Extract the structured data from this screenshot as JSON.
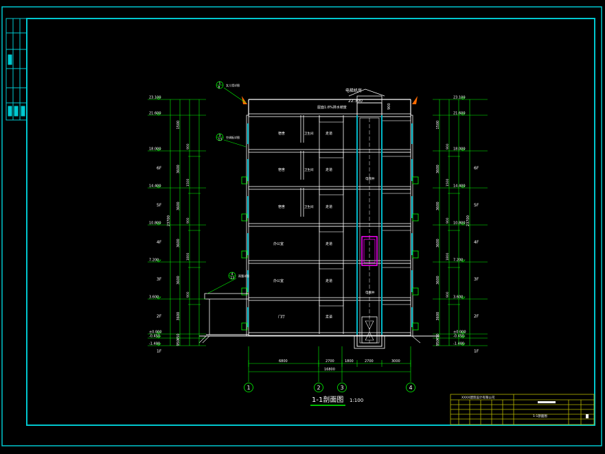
{
  "drawing": {
    "title": "1-1剖面图",
    "scale": "1:100",
    "colors": {
      "background": "#000000",
      "frame": "#00c8d0",
      "wall": "#ffffff",
      "dim": "#00ff00",
      "text": "#ffffff",
      "annotation": "#ffff00",
      "window": "#00b8c8",
      "highlight": "#ff00ff",
      "accent": "#ff6a00",
      "titleblock": "#b8b800"
    },
    "levels": [
      {
        "elev": "23.100",
        "label": ""
      },
      {
        "elev": "21.600",
        "label": ""
      },
      {
        "elev": "18.000",
        "label": "6F"
      },
      {
        "elev": "14.400",
        "label": "5F"
      },
      {
        "elev": "10.800",
        "label": "4F"
      },
      {
        "elev": "7.200",
        "label": "3F"
      },
      {
        "elev": "3.600",
        "label": "2F"
      },
      {
        "elev": "±0.000",
        "label": "1F"
      },
      {
        "elev": "-0.450",
        "label": ""
      },
      {
        "elev": "-1.400",
        "label": ""
      }
    ],
    "storey_dims": [
      "1500",
      "3600",
      "3600",
      "3600",
      "3600",
      "3600",
      "450",
      "950"
    ],
    "sub_dims": [
      "900",
      "1500",
      "900",
      "1800",
      "900"
    ],
    "overall_dim": "23700",
    "axes": [
      "1",
      "2",
      "3",
      "4"
    ],
    "bottom_dims": [
      "6800",
      "2700",
      "1800",
      "2700",
      "3000"
    ],
    "total_dim": "16800",
    "rooms": {
      "dorm": "宿舍",
      "wc": "卫生间",
      "corridor": "走道",
      "office": "办公室",
      "hall": "门厅",
      "elevator": "电梯井",
      "machine_room": "电梯机房"
    },
    "top_notes": {
      "roof_note": "屋面1:8%排水坡度",
      "top_level": "22.300",
      "parapet": "900"
    },
    "callouts": [
      {
        "num": "1",
        "sheet": "8",
        "text": "女儿墙详图"
      },
      {
        "num": "3",
        "sheet": "13",
        "text": "空调板详图"
      },
      {
        "num": "4",
        "sheet": "13",
        "text": "雨篷详图"
      }
    ],
    "titleblock": {
      "company": "XXXX建筑设计有限公司",
      "drawing_name": "1-1剖面图"
    }
  }
}
